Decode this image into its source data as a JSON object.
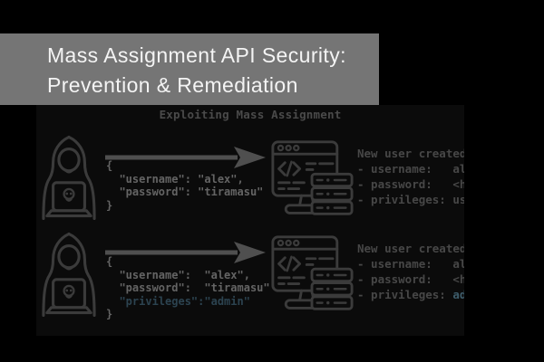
{
  "banner": {
    "title_line1": "Mass Assignment API Security:",
    "title_line2": "Prevention & Remediation"
  },
  "diagram": {
    "title": "Exploiting Mass Assignment",
    "rows": [
      {
        "request": {
          "lines": [
            "{",
            "  \"username\": \"alex\",",
            "  \"password\": \"tiramasu\"",
            "}"
          ]
        },
        "response": {
          "header": "New user created:",
          "fields": [
            {
              "label": "- username:",
              "value": "alex"
            },
            {
              "label": "- password:",
              "value": "<hash>"
            },
            {
              "label": "- privileges:",
              "value": "user"
            }
          ]
        }
      },
      {
        "request": {
          "lines": [
            "{",
            "  \"username\":  \"alex\",",
            "  \"password\":  \"tiramasu\"",
            "  \"privileges\":\"admin\"",
            "}"
          ]
        },
        "response": {
          "header": "New user created:",
          "fields": [
            {
              "label": "- username:",
              "value": "alex"
            },
            {
              "label": "- password:",
              "value": "<hash>"
            },
            {
              "label": "- privileges:",
              "value": "admin"
            }
          ]
        }
      }
    ]
  },
  "icons": {
    "hacker": "hooded-hacker-skull-laptop-icon",
    "server": "browser-window-server-stack-icon",
    "arrow": "request-arrow-icon"
  },
  "colors": {
    "background": "#000000",
    "banner_bg": "#757575",
    "banner_text": "#f4f4f4",
    "diagram_bg": "#0b0b0b",
    "diagram_title_color": "#4a4a4a",
    "icon_stroke": "#3b3b3b",
    "arrow_color": "#4f4f4f",
    "request_text": "#646464",
    "response_text": "#474747",
    "highlight_request": "#2c4350",
    "highlight_response": "#3d5c6a"
  }
}
